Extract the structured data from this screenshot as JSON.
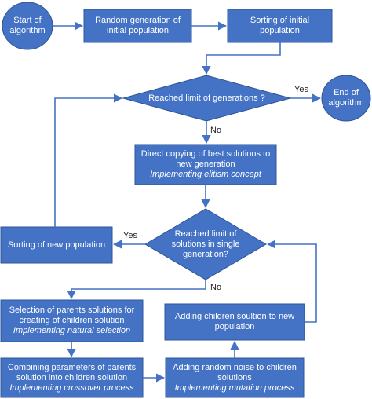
{
  "nodes": {
    "start": [
      "Start of",
      "algorithm"
    ],
    "random_gen": [
      "Random generation of",
      "initial population"
    ],
    "sort_initial": [
      "Sorting of initial",
      "population"
    ],
    "limit_generations": [
      "Reached limit of generations ?"
    ],
    "end": [
      "End of",
      "algorithm"
    ],
    "direct_copy": [
      "Direct copying of best solutions to",
      "new generation"
    ],
    "direct_copy_note": "Implementing elitism concept",
    "limit_solutions": [
      "Reached limit of",
      "solutions in single",
      "generation?"
    ],
    "sort_new": [
      "Sorting of new population"
    ],
    "selection": [
      "Selection of parents solutions for",
      "creating of children solution"
    ],
    "selection_note": "Implementing natural selection",
    "adding_children": [
      "Adding children soultion to new",
      "population"
    ],
    "combining": [
      "Combining parameters of parents",
      "solution into children solution"
    ],
    "combining_note": "Implementing crossover process",
    "random_noise": [
      "Adding random noise to children",
      "solutions"
    ],
    "random_noise_note": "Implementing mutation process"
  },
  "labels": {
    "yes_end": "Yes",
    "no_copy": "No",
    "yes_sort": "Yes",
    "no_select": "No"
  },
  "colors": {
    "fill": "#4472C4",
    "stroke": "#2F5597",
    "text": "#FFFFFF"
  }
}
